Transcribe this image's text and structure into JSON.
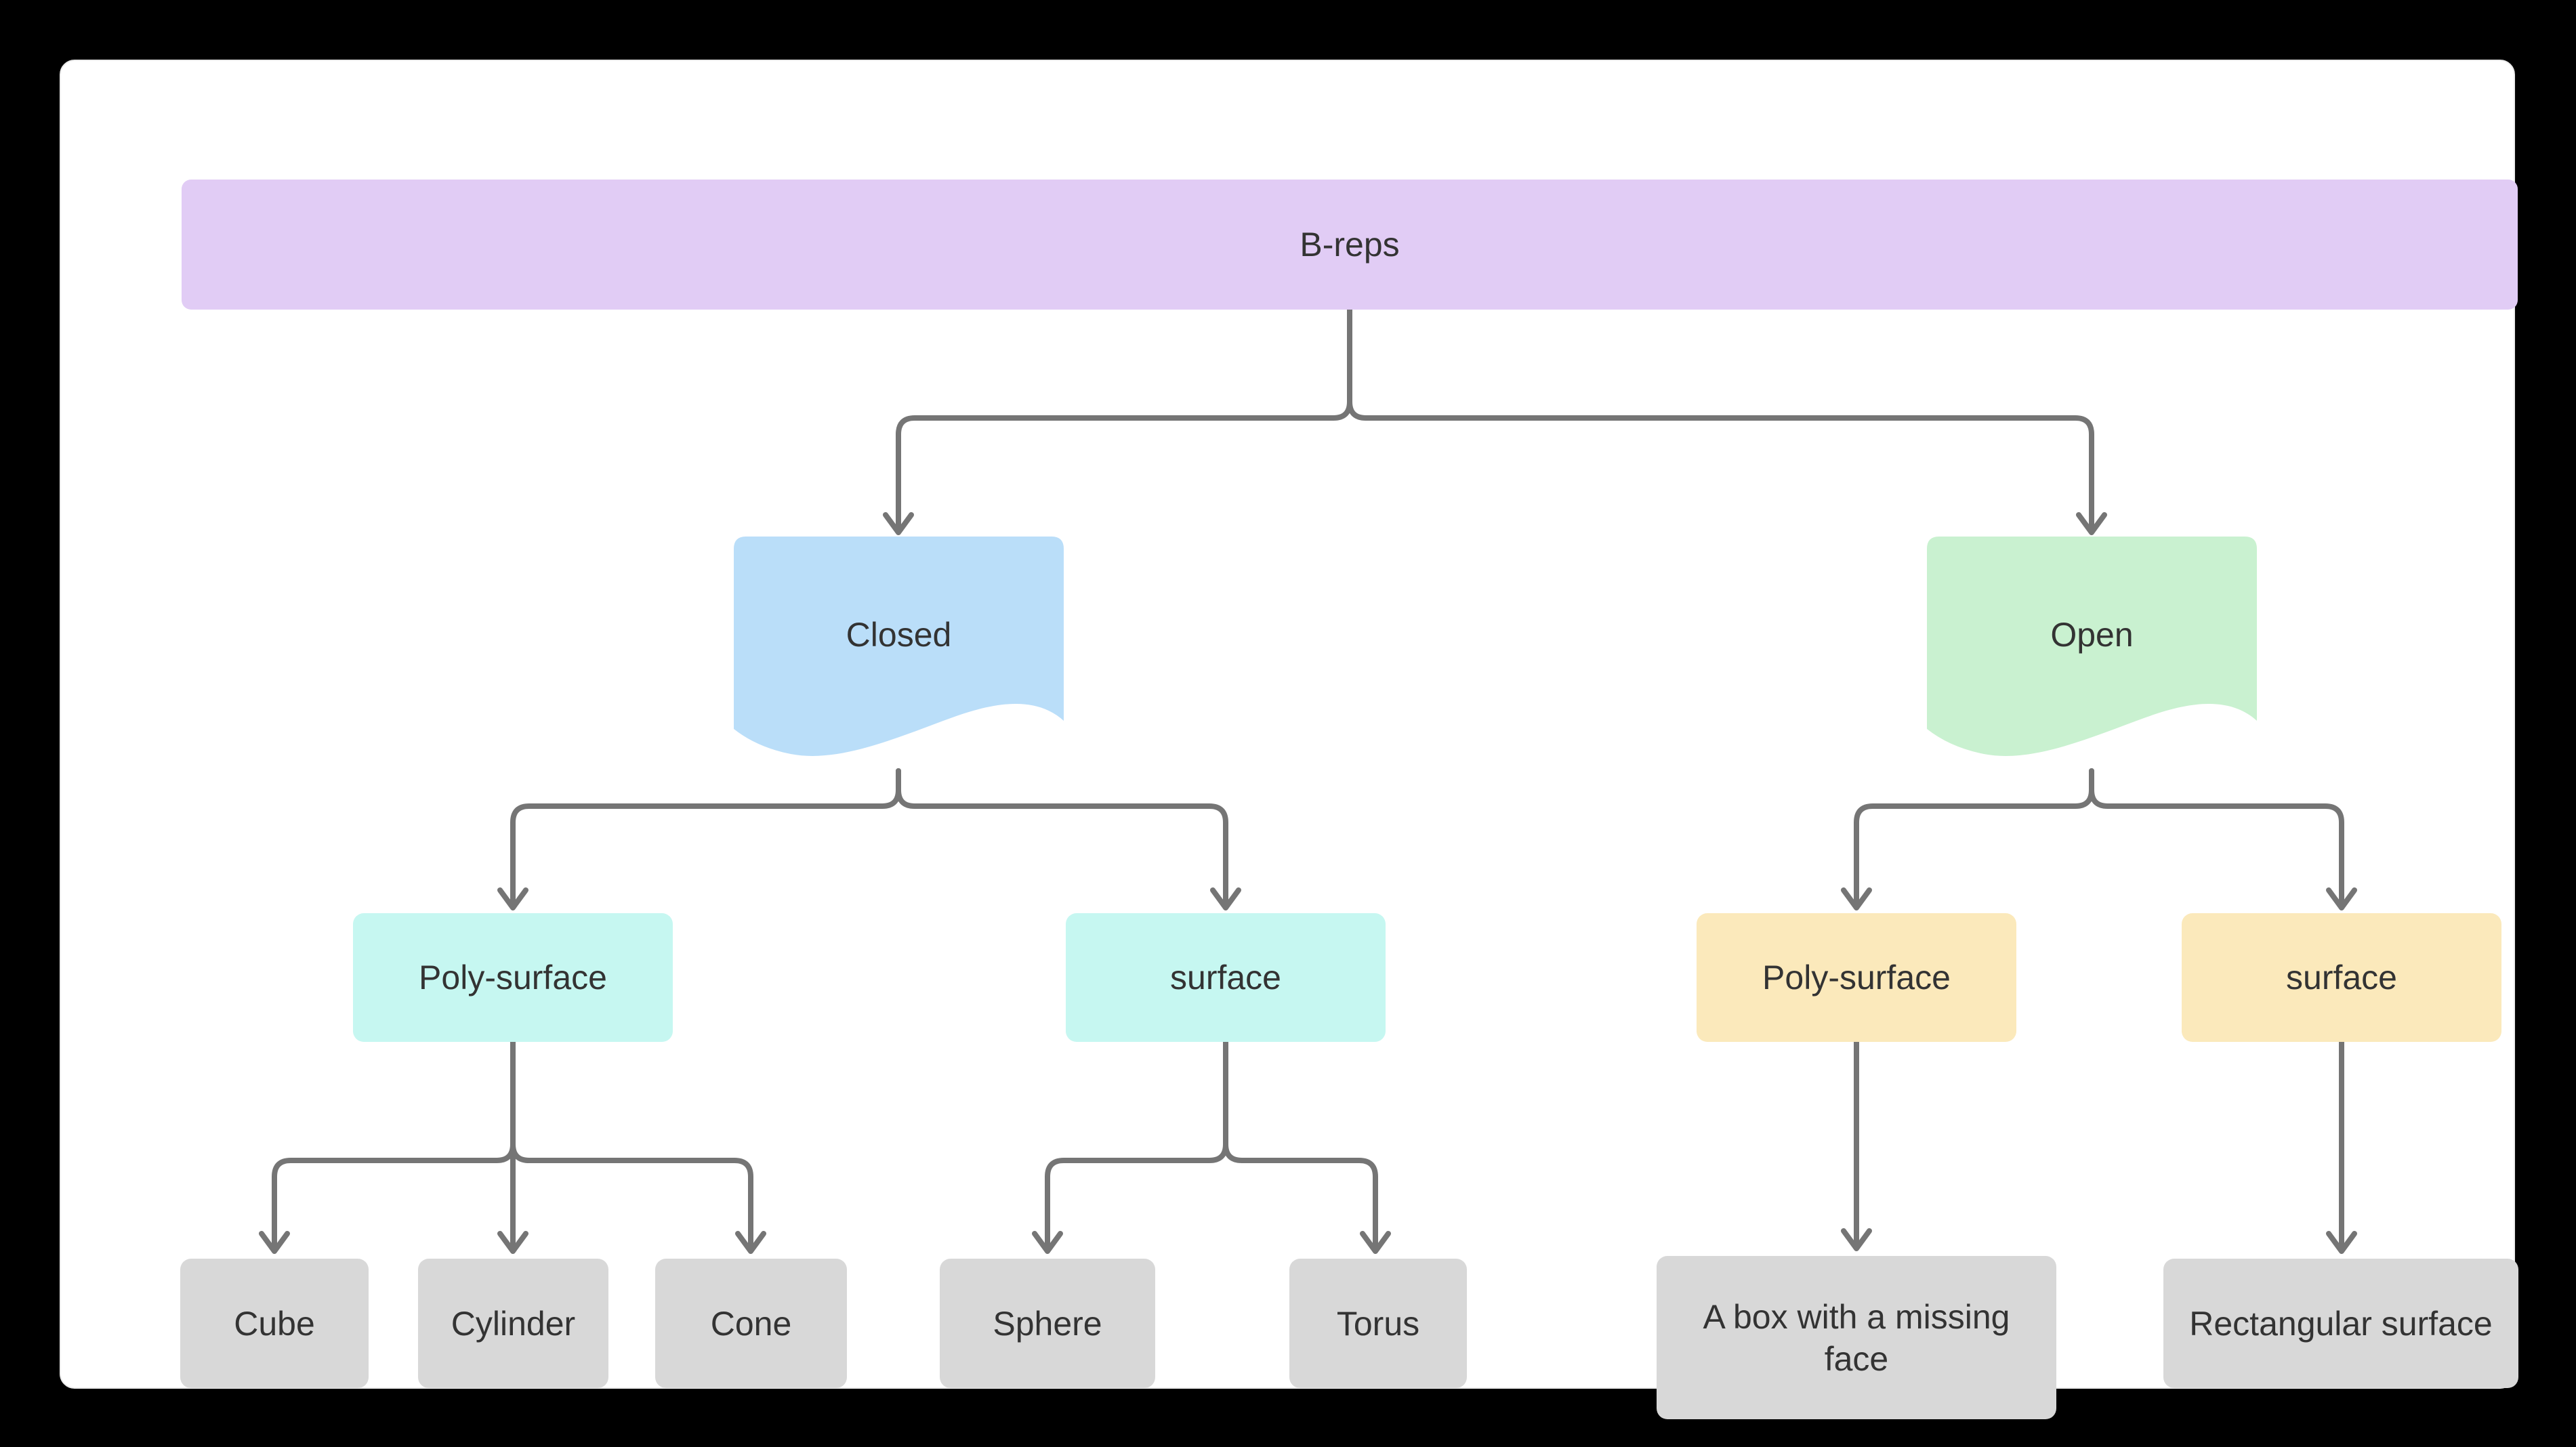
{
  "colors": {
    "background": "#000000",
    "card": "#ffffff",
    "text": "#333333",
    "connector": "#757575",
    "root_fill": "#e1ccf5",
    "closed_fill": "#badef9",
    "open_fill": "#c9f1d0",
    "closed_child_fill": "#c6f7f1",
    "open_child_fill": "#fbe9bb",
    "leaf_fill": "#d8d8d8"
  },
  "nodes": {
    "root": {
      "label": "B-reps"
    },
    "closed": {
      "label": "Closed"
    },
    "open": {
      "label": "Open"
    },
    "closed_poly": {
      "label": "Poly-surface"
    },
    "closed_surface": {
      "label": "surface"
    },
    "open_poly": {
      "label": "Poly-surface"
    },
    "open_surface": {
      "label": "surface"
    },
    "cube": {
      "label": "Cube"
    },
    "cylinder": {
      "label": "Cylinder"
    },
    "cone": {
      "label": "Cone"
    },
    "sphere": {
      "label": "Sphere"
    },
    "torus": {
      "label": "Torus"
    },
    "box_missing": {
      "label": "A box with a missing face"
    },
    "rect_surface": {
      "label": "Rectangular surface"
    }
  },
  "hierarchy": {
    "edges": [
      {
        "from": "B-reps",
        "to": "Closed"
      },
      {
        "from": "B-reps",
        "to": "Open"
      },
      {
        "from": "Closed",
        "to": "Poly-surface"
      },
      {
        "from": "Closed",
        "to": "surface"
      },
      {
        "from": "Open",
        "to": "Poly-surface"
      },
      {
        "from": "Open",
        "to": "surface"
      },
      {
        "from": "Closed / Poly-surface",
        "to": "Cube"
      },
      {
        "from": "Closed / Poly-surface",
        "to": "Cylinder"
      },
      {
        "from": "Closed / Poly-surface",
        "to": "Cone"
      },
      {
        "from": "Closed / surface",
        "to": "Sphere"
      },
      {
        "from": "Closed / surface",
        "to": "Torus"
      },
      {
        "from": "Open / Poly-surface",
        "to": "A box with a missing face"
      },
      {
        "from": "Open / surface",
        "to": "Rectangular surface"
      }
    ]
  }
}
